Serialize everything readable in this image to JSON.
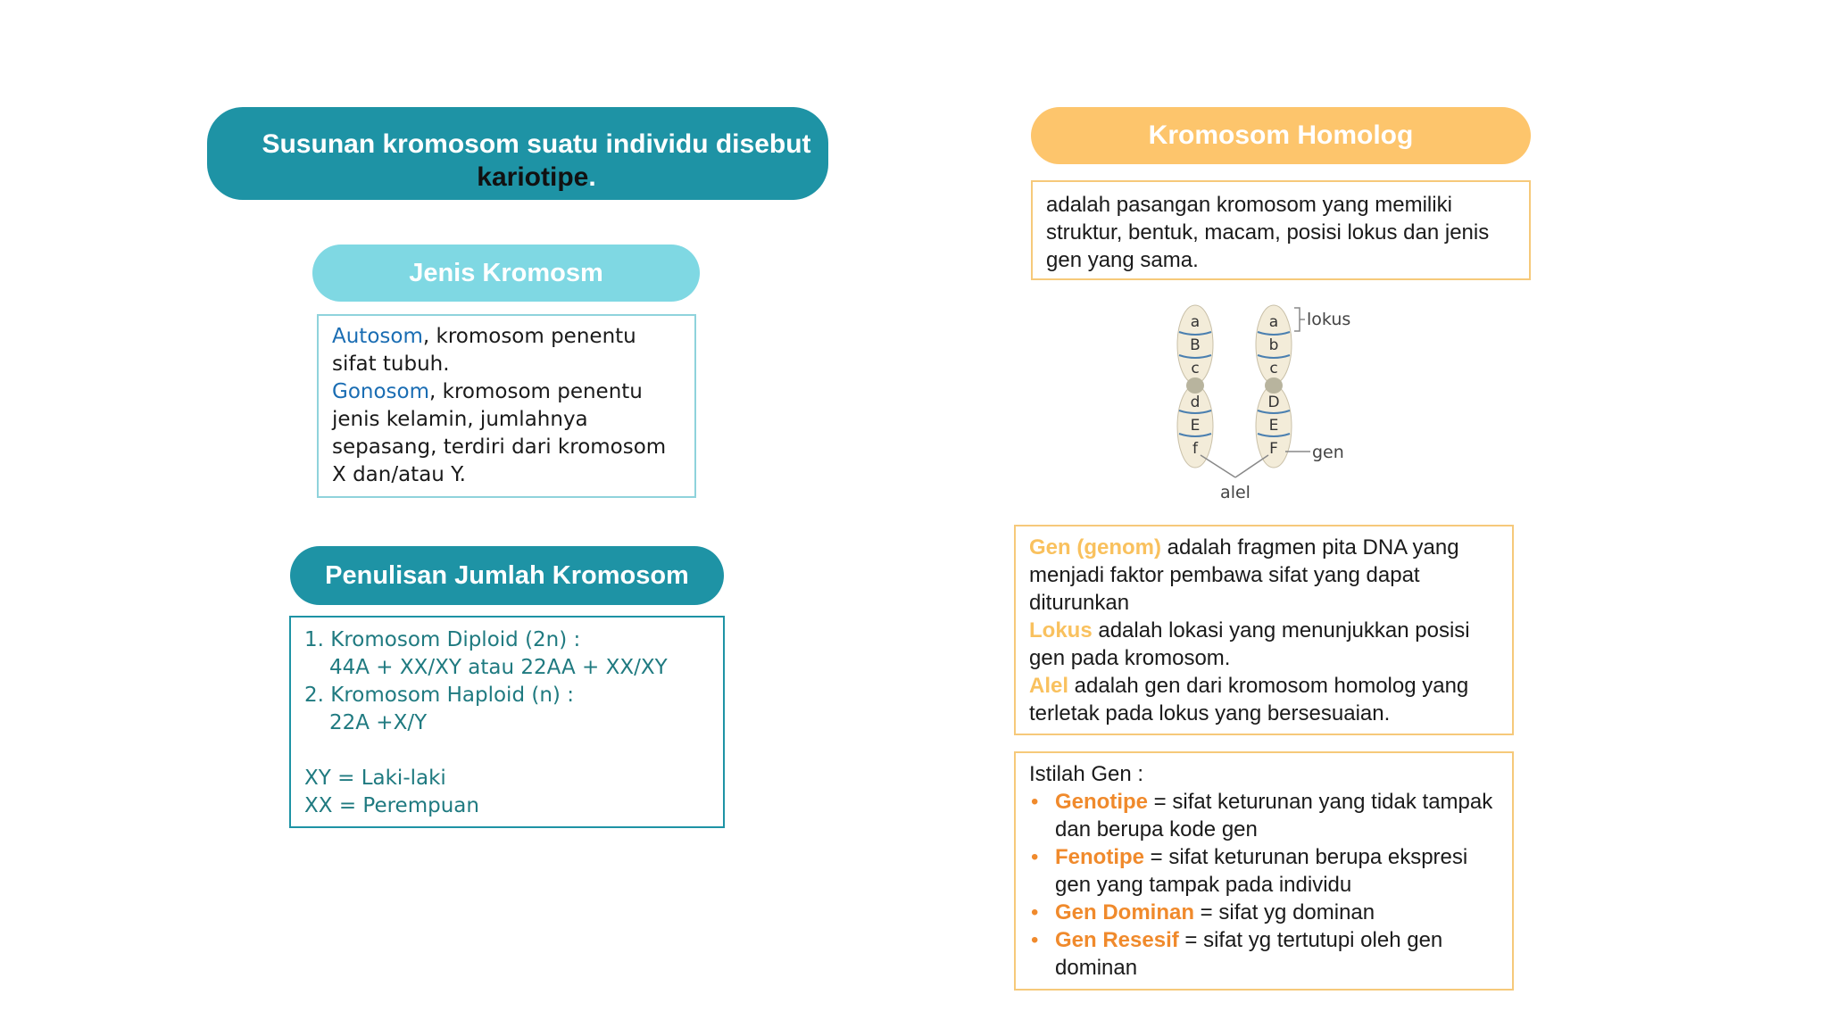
{
  "title": {
    "line1": "Susunan kromosom suatu individu disebut",
    "keyword": "kariotipe",
    "period": "."
  },
  "jenis": {
    "header": "Jenis Kromosm",
    "autosom_term": "Autosom",
    "autosom_desc": ", kromosom penentu sifat tubuh.",
    "gonosom_term": "Gonosom",
    "gonosom_desc": ", kromosom penentu jenis kelamin, jumlahnya sepasang, terdiri dari kromosom X dan/atau Y."
  },
  "penulisan": {
    "header": "Penulisan Jumlah Kromosom",
    "item1_label": "1. Kromosom Diploid (2n) :",
    "item1_formula": "44A + XX/XY atau 22AA + XX/XY",
    "item2_label": "2. Kromosom Haploid (n) :",
    "item2_formula": "22A +X/Y",
    "xy_line": "XY = Laki-laki",
    "xx_line": "XX = Perempuan"
  },
  "homolog": {
    "header": "Kromosom Homolog",
    "definition": "adalah pasangan kromosom yang memiliki struktur, bentuk, macam, posisi lokus dan jenis gen yang sama."
  },
  "diagram": {
    "left_letters": [
      "a",
      "B",
      "c",
      "d",
      "E",
      "f"
    ],
    "right_letters": [
      "a",
      "b",
      "c",
      "D",
      "E",
      "F"
    ],
    "label_lokus": "lokus",
    "label_gen": "gen",
    "label_alel": "alel"
  },
  "gen_info": {
    "gen_term": "Gen (genom)",
    "gen_desc": " adalah fragmen pita DNA yang menjadi faktor pembawa sifat yang dapat diturunkan",
    "lokus_term": "Lokus",
    "lokus_desc": " adalah lokasi yang menunjukkan posisi gen pada kromosom.",
    "alel_term": "Alel",
    "alel_desc": " adalah gen dari kromosom homolog yang terletak pada lokus yang bersesuaian."
  },
  "istilah": {
    "title": "Istilah Gen :",
    "items": [
      {
        "term": "Genotipe",
        "desc": " = sifat keturunan yang tidak tampak dan berupa kode gen"
      },
      {
        "term": "Fenotipe",
        "desc": " = sifat keturunan berupa ekspresi gen yang tampak pada individu"
      },
      {
        "term": "Gen Dominan",
        "desc": " = sifat yg dominan"
      },
      {
        "term": "Gen Resesif",
        "desc": " = sifat yg tertutupi oleh gen dominan"
      }
    ]
  },
  "colors": {
    "teal": "#1e93a5",
    "light_teal": "#7fd8e3",
    "orange_pill": "#fdc56c",
    "orange_term": "#f08a2c",
    "yellow_term": "#f9c15e",
    "blue_term": "#1a6db3"
  }
}
